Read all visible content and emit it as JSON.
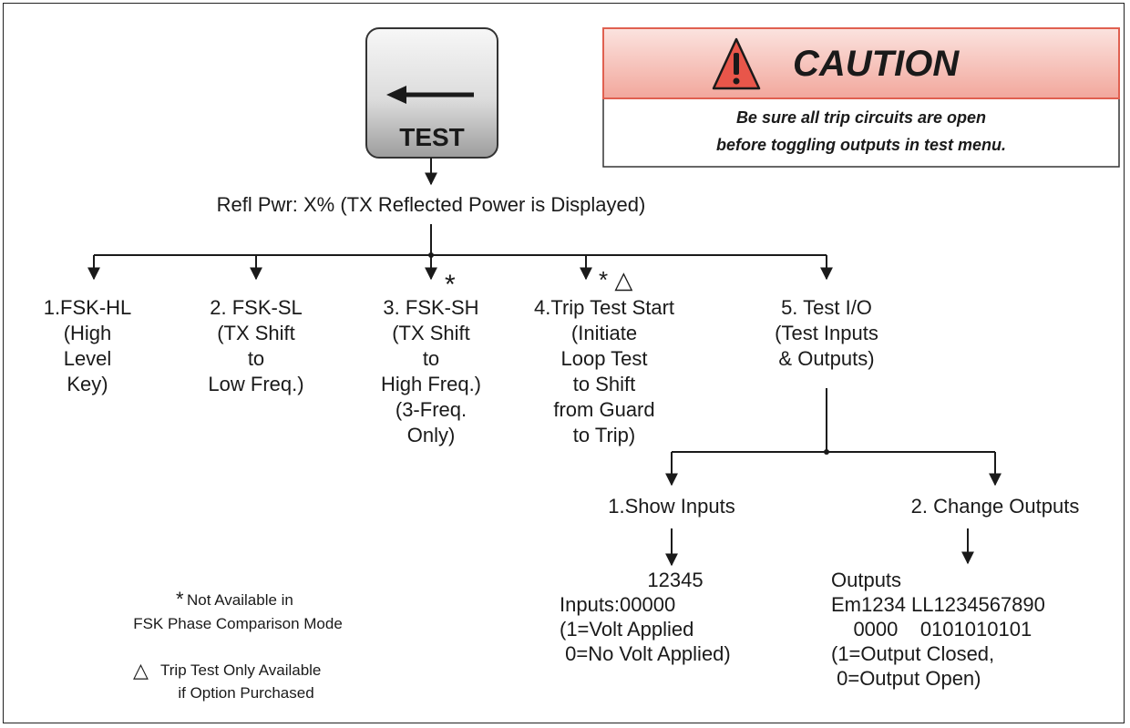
{
  "key": {
    "label": "TEST",
    "icon": "left-arrow-icon"
  },
  "caution": {
    "title": "CAUTION",
    "icon": "warning-triangle-icon",
    "lines": [
      "Be sure all trip circuits are open",
      "before toggling outputs in test menu."
    ],
    "colors": {
      "header_top": "#fbe3df",
      "header_bottom": "#f2a79c",
      "border": "#e06050",
      "triangle": "#e8564a"
    }
  },
  "root": "Refl Pwr: X% (TX Reflected Power is Displayed)",
  "menu": [
    {
      "lines": [
        "1.FSK-HL",
        "(High",
        "Level",
        "Key)"
      ],
      "marks": ""
    },
    {
      "lines": [
        "2. FSK-SL",
        "(TX Shift",
        "to",
        "Low Freq.)"
      ],
      "marks": ""
    },
    {
      "lines": [
        "3. FSK-SH",
        "(TX Shift",
        "to",
        "High Freq.)",
        "(3-Freq.",
        "Only)"
      ],
      "marks": "*"
    },
    {
      "lines": [
        "4.Trip Test Start",
        "(Initiate",
        "Loop Test",
        "to Shift",
        "from Guard",
        "to Trip)"
      ],
      "marks": "* △"
    },
    {
      "lines": [
        "5. Test I/O",
        "(Test Inputs",
        "& Outputs)"
      ],
      "marks": ""
    }
  ],
  "submenu": [
    {
      "label": "1.Show Inputs",
      "result": [
        "12345",
        "Inputs:00000",
        "(1=Volt Applied",
        " 0=No Volt Applied)"
      ]
    },
    {
      "label": "2. Change Outputs",
      "result": [
        "Outputs",
        "Em1234 LL1234567890",
        "    0000    0101010101",
        "(1=Output Closed,",
        " 0=Output Open)"
      ]
    }
  ],
  "notes": [
    {
      "symbol": "*",
      "lines": [
        "Not Available in",
        "FSK Phase Comparison Mode"
      ]
    },
    {
      "symbol": "△",
      "lines": [
        "Trip Test Only Available",
        "if Option Purchased"
      ]
    }
  ]
}
